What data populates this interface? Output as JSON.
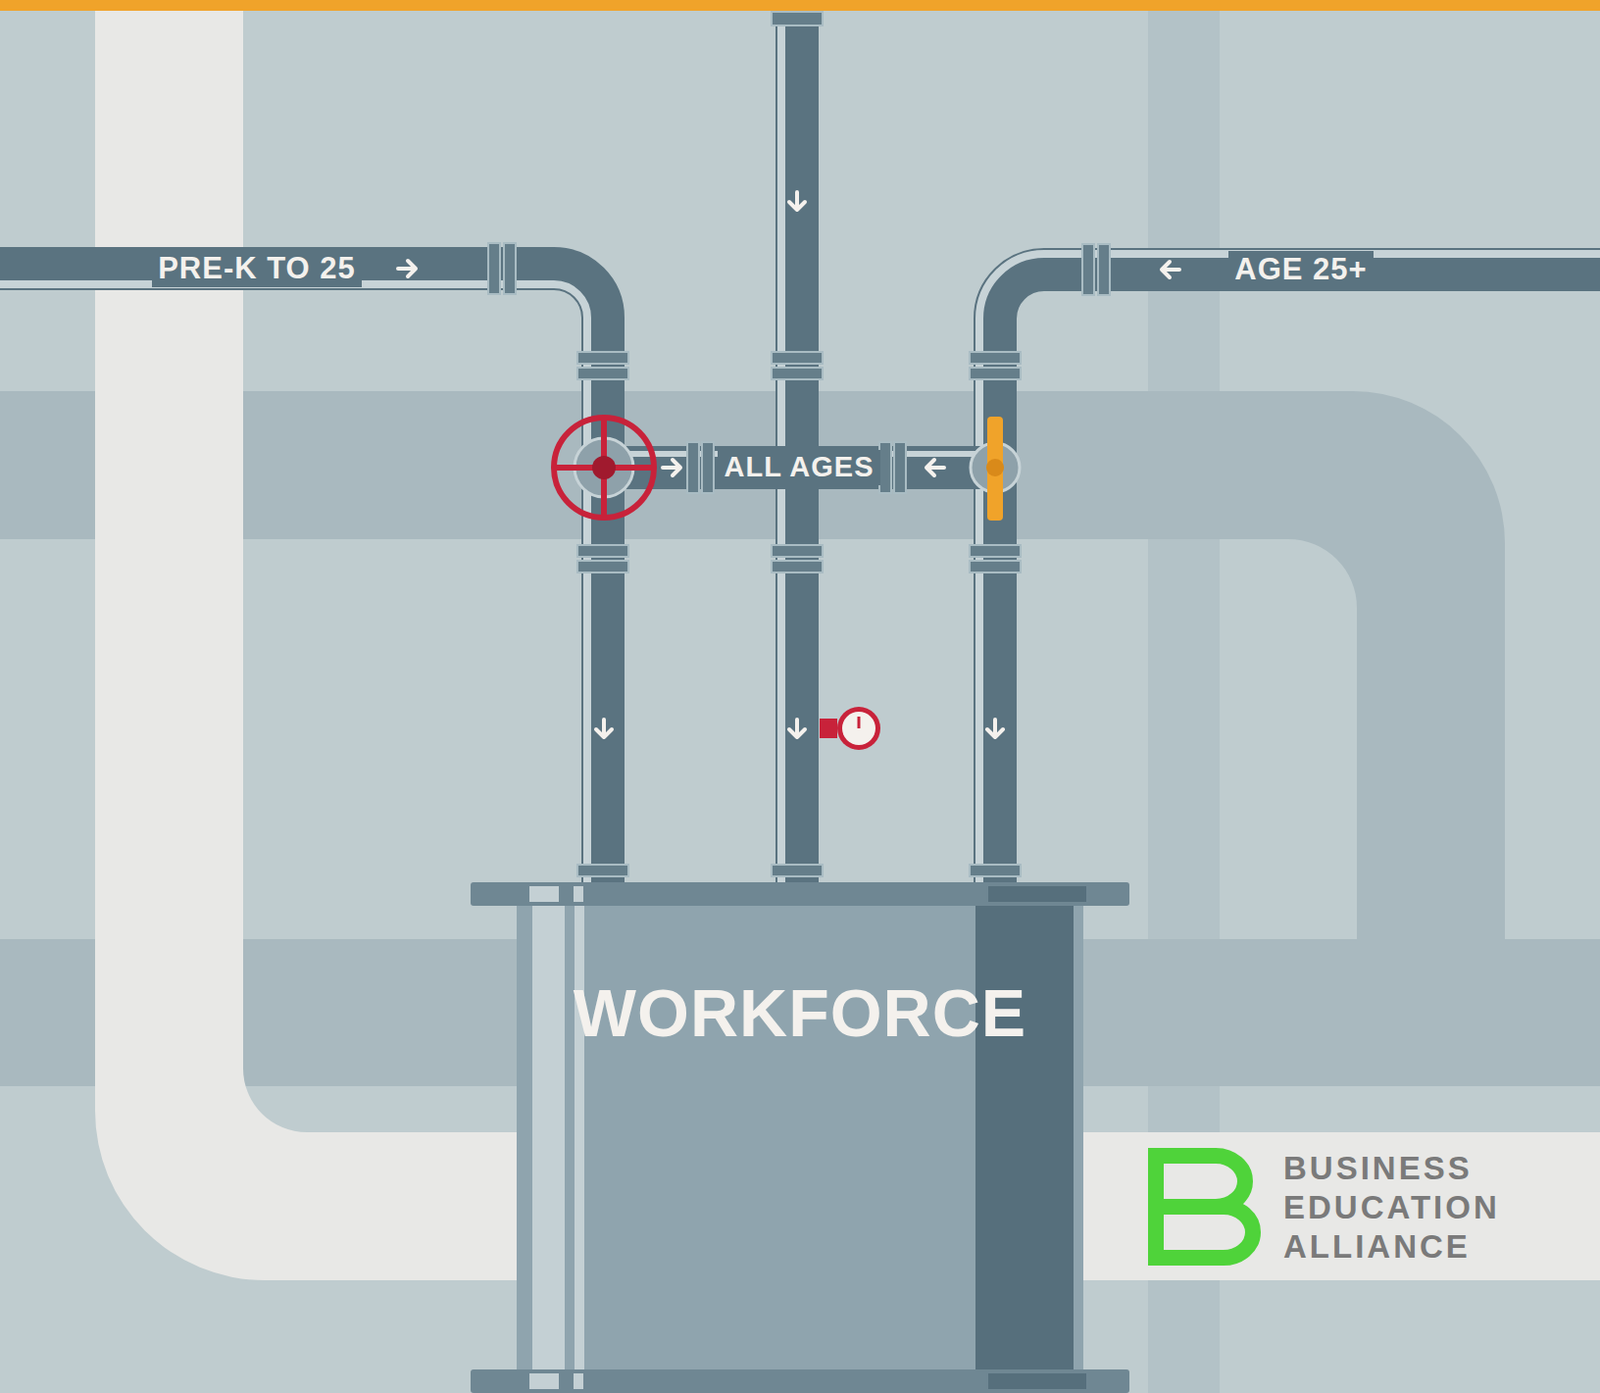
{
  "diagram": {
    "nodes": [
      {
        "text": [
          "WORKFORCE"
        ]
      }
    ],
    "labels": [
      "PRE-K TO 25",
      "ALL AGES",
      "AGE 25+",
      "BUSINESS EDUCATION ALLIANCE"
    ]
  }
}
